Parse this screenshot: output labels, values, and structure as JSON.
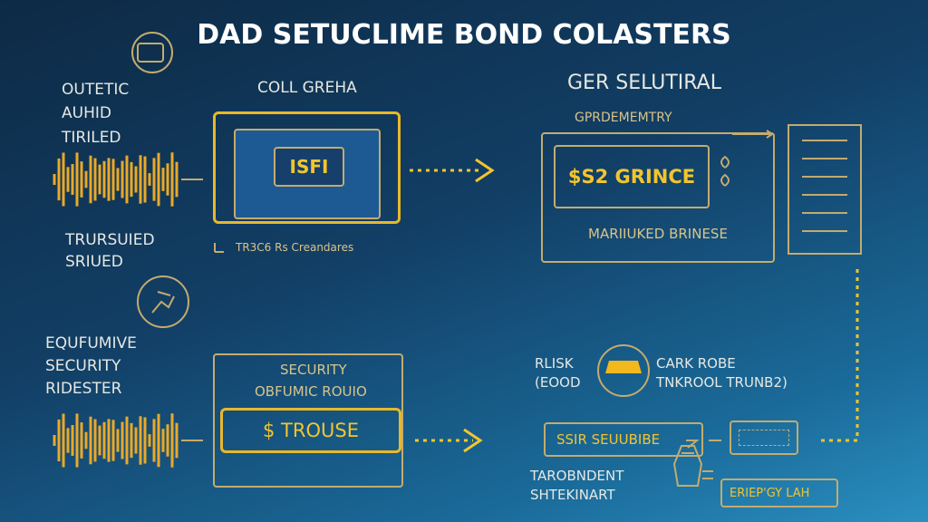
{
  "title": "DAD SETUCLIME BOND COLASTERS",
  "left_top": {
    "lines": [
      "OUTETIC",
      "AUHID",
      "TIRILED"
    ]
  },
  "left_mid": {
    "lines": [
      "TRURSUIED",
      "SRIUED"
    ]
  },
  "left_bottom": {
    "lines": [
      "EQUFUMIVE",
      "SECURITY",
      "RIDESTER"
    ]
  },
  "center_top": {
    "heading": "COLL GREHA",
    "inner": "ISFI",
    "caption": "TR3C6 Rs Creandares"
  },
  "center_bottom": {
    "heading1": "SECURITY",
    "heading2": "OBFUMIC ROUIO",
    "inner": "$ TROUSE"
  },
  "right_top": {
    "heading": "GER SELUTIRAL",
    "subheading": "GPRDEMEMTRY",
    "inner": "$S2 GRINCE",
    "caption": "MARIIUKED BRINESE"
  },
  "risk": {
    "left": [
      "RLISK",
      "(EOOD"
    ],
    "right": [
      "CARK ROBE",
      "TNKROOL TRUNB2)"
    ]
  },
  "bottom_right": {
    "box1": "SSIR  SEUUBIBE",
    "box2": "ERIEP'GY LAH",
    "label": [
      "TAROBNDENT",
      "SHTEKINART"
    ]
  },
  "colors": {
    "accent": "#f2c52e",
    "line": "#c4ab6e"
  }
}
